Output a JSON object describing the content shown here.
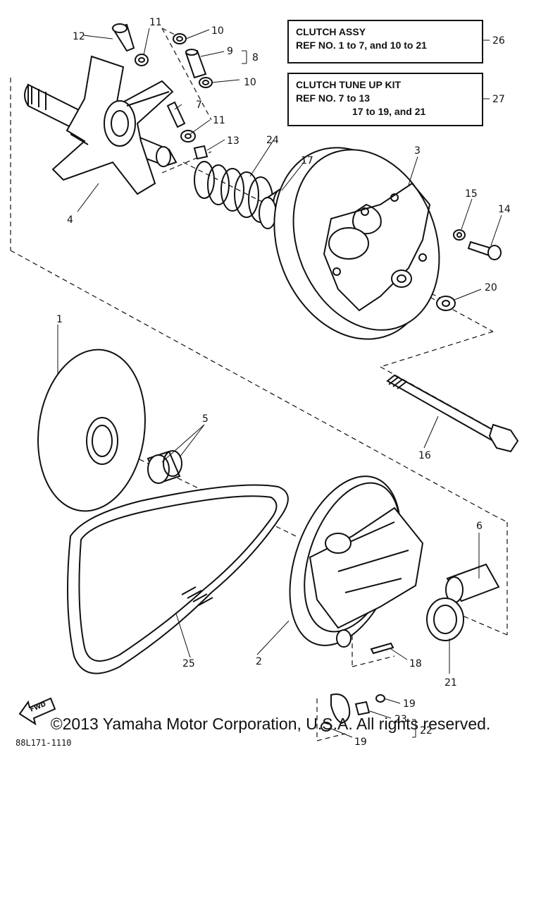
{
  "boxes": {
    "assy": {
      "title": "CLUTCH ASSY",
      "line1": "REF NO. 1 to 7, and 10 to 21",
      "ref": "26"
    },
    "kit": {
      "title": "CLUTCH TUNE UP KIT",
      "line1": "REF NO. 7 to 13",
      "line2": "17 to 19, and 21",
      "ref": "27"
    }
  },
  "callouts": {
    "c1": "1",
    "c2": "2",
    "c3": "3",
    "c4": "4",
    "c5": "5",
    "c6": "6",
    "c7": "7",
    "c8": "8",
    "c9": "9",
    "c10a": "10",
    "c10b": "10",
    "c11a": "11",
    "c11b": "11",
    "c12": "12",
    "c13": "13",
    "c14": "14",
    "c15": "15",
    "c16": "16",
    "c17": "17",
    "c18": "18",
    "c19a": "19",
    "c19b": "19",
    "c20": "20",
    "c21": "21",
    "c22": "22",
    "c23": "23",
    "c24": "24",
    "c25": "25"
  },
  "fwd_label": "FWD",
  "ref_code": "88L171-1110",
  "copyright": "©2013 Yamaha Motor Corporation, U.S.A. All rights reserved."
}
